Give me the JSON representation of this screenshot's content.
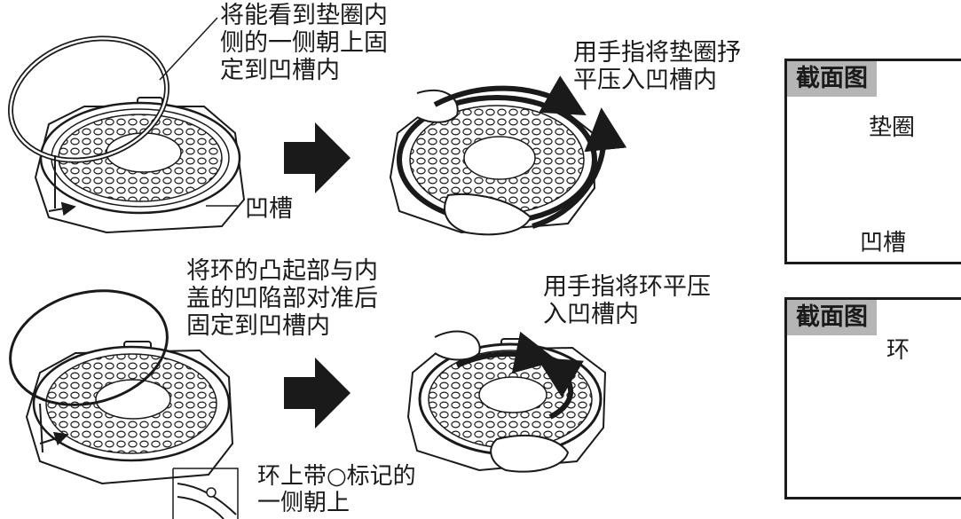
{
  "step1": {
    "instruction": "将能看到垫圈内\n侧的一侧朝上固\n定到凹槽内",
    "groove_label": "凹槽",
    "press_instruction": "用手指将垫圈抒\n平压入凹槽内"
  },
  "step2": {
    "instruction": "将环的凸起部与内\n盖的凹陷部对准后\n固定到凹槽内",
    "press_instruction": "用手指将环平压\n入凹槽内",
    "mark_note": "环上带○标记的\n一侧朝上"
  },
  "section1": {
    "title": "截面图",
    "gasket_label": "垫圈",
    "groove_label": "凹槽"
  },
  "section2": {
    "title": "截面图",
    "ring_label": "环"
  },
  "colors": {
    "ink": "#1a1a1a",
    "panel_header": "#b5b5b5",
    "background": "#ffffff"
  }
}
